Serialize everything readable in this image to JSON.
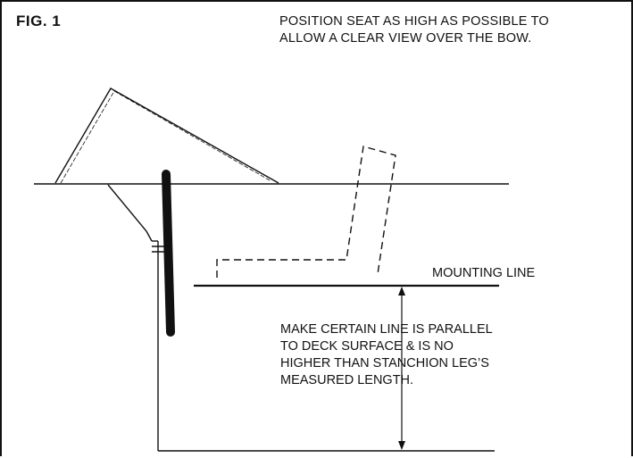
{
  "figure": {
    "label": "FIG. 1"
  },
  "notes": {
    "top_lines": [
      "POSITION SEAT AS HIGH AS POSSIBLE TO",
      "ALLOW A CLEAR VIEW OVER THE BOW."
    ],
    "mounting_line_label": "MOUNTING LINE",
    "middle_lines": [
      "MAKE CERTAIN LINE IS PARALLEL",
      "TO DECK SURFACE & IS NO",
      "HIGHER THAN STANCHION LEG’S",
      "MEASURED LENGTH."
    ]
  },
  "colors": {
    "ink": "#111111",
    "background": "#ffffff"
  }
}
